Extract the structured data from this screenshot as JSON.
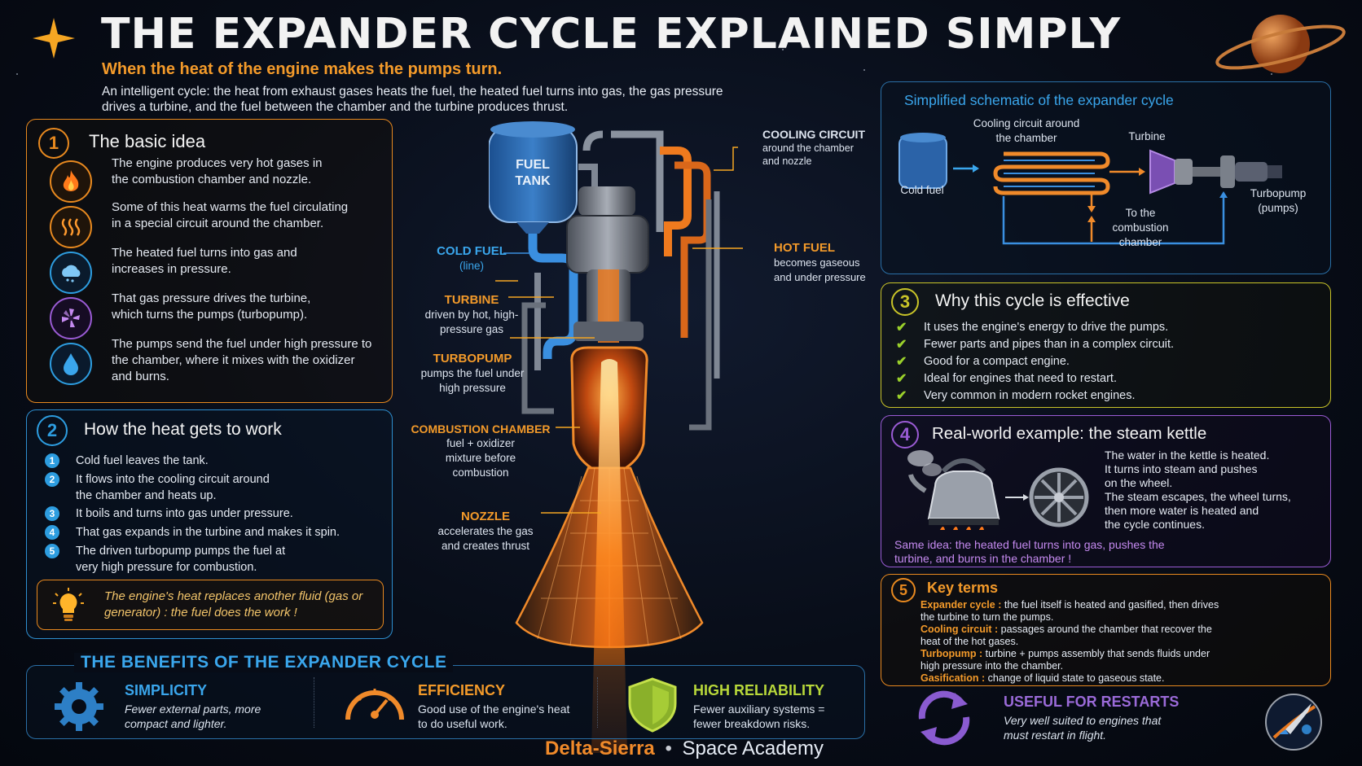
{
  "title": "THE EXPANDER CYCLE EXPLAINED SIMPLY",
  "subtitle": "When the heat of the engine makes the pumps turn.",
  "intro": "An intelligent cycle: the heat from exhaust gases heats the fuel, the heated fuel turns into gas, the gas pressure drives a turbine, and the fuel between the chamber and the turbine produces thrust.",
  "section1": {
    "number": "1",
    "title": "The basic idea",
    "items": [
      {
        "icon": "flame-icon",
        "text": "The engine produces very hot gases in the combustion chamber and nozzle."
      },
      {
        "icon": "heat-waves-icon",
        "text": "Some of this heat warms the fuel circulating in a special circuit around the chamber."
      },
      {
        "icon": "gas-cloud-icon",
        "text": "The heated fuel turns into gas and increases in pressure."
      },
      {
        "icon": "turbine-fan-icon",
        "text": "That gas pressure drives the turbine, which turns the pumps (turbopump)."
      },
      {
        "icon": "droplet-icon",
        "text": "The pumps send the fuel under high pressure to the chamber, where it mixes with the oxidizer and burns."
      }
    ]
  },
  "section2": {
    "number": "2",
    "title": "How the heat gets to work",
    "steps": [
      {
        "n": "1",
        "text": "Cold fuel leaves the tank."
      },
      {
        "n": "2",
        "text": "It flows into the cooling circuit around the chamber and heats up."
      },
      {
        "n": "3",
        "text": "It boils and turns into gas under pressure."
      },
      {
        "n": "4",
        "text": "That gas expands in the turbine and makes it spin."
      },
      {
        "n": "5",
        "text": "The driven turbopump pumps the fuel at very high pressure for combustion."
      }
    ],
    "note": "The engine's heat replaces another fluid (gas or generator) : the fuel does the work !"
  },
  "engine": {
    "fuel_tank": [
      "FUEL",
      "TANK"
    ],
    "labels": {
      "cooling_title": "COOLING CIRCUIT",
      "cooling_desc": "around the chamber and nozzle",
      "cold_title": "COLD FUEL",
      "cold_desc": "(line)",
      "hot_title": "HOT FUEL",
      "hot_desc": "becomes gaseous and under pressure",
      "turbine_title": "TURBINE",
      "turbine_desc": "driven by hot, high-pressure gas",
      "turbopump_title": "TURBOPUMP",
      "turbopump_desc": "pumps the fuel under high pressure",
      "chamber_title": "COMBUSTION CHAMBER",
      "chamber_desc": "fuel + oxidizer mixture before combustion",
      "nozzle_title": "NOZZLE",
      "nozzle_desc": "accelerates the gas and creates thrust"
    }
  },
  "benefits": {
    "heading": "THE BENEFITS OF THE EXPANDER CYCLE",
    "items": [
      {
        "icon": "gear-icon",
        "title": "SIMPLICITY",
        "desc": "Fewer external parts, more compact and lighter."
      },
      {
        "icon": "gauge-icon",
        "title": "EFFICIENCY",
        "desc": "Good use of the engine's heat to do useful work."
      },
      {
        "icon": "shield-icon",
        "title": "HIGH RELIABILITY",
        "desc": "Fewer auxiliary systems = fewer breakdown risks."
      }
    ],
    "restart_title": "USEFUL FOR RESTARTS",
    "restart_desc": "Very well suited to engines that must restart in flight."
  },
  "schematic": {
    "title": "Simplified schematic of the expander cycle",
    "cold_fuel": "Cold fuel",
    "cooling": "Cooling circuit around the chamber",
    "turbine": "Turbine",
    "to_chamber": "To the combustion chamber",
    "turbopump": "Turbopump (pumps)"
  },
  "section3": {
    "number": "3",
    "title": "Why this cycle is effective",
    "items": [
      "It uses the engine's energy to drive the pumps.",
      "Fewer parts and pipes than in a complex circuit.",
      "Good for a compact engine.",
      "Ideal for engines that need to restart.",
      "Very common in modern rocket engines."
    ]
  },
  "section4": {
    "number": "4",
    "title": "Real-world example: the steam kettle",
    "lines": [
      "The water in the kettle is heated.",
      "It turns into steam and pushes",
      "on the wheel.",
      "The steam escapes, the wheel turns,",
      "then more water is heated and",
      "the cycle continues."
    ],
    "same_idea": "Same idea: the heated fuel turns into gas, pushes the turbine, and burns in the chamber !"
  },
  "section5": {
    "number": "5",
    "title": "Key terms",
    "terms": [
      {
        "term": "Expander cycle :",
        "def": "the fuel itself is heated and gasified, then drives the turbine to turn the pumps."
      },
      {
        "term": "Cooling circuit :",
        "def": "passages around the chamber that recover the heat of the hot gases."
      },
      {
        "term": "Turbopump :",
        "def": "turbine + pumps assembly that sends fluids under high pressure into the chamber."
      },
      {
        "term": "Gasification :",
        "def": "change of liquid state to gaseous state."
      }
    ]
  },
  "footer": {
    "brand": "Delta-Sierra",
    "sep": "•",
    "academy": "Space Academy"
  },
  "colors": {
    "orange": "#f39a2a",
    "blue": "#2d9de0",
    "yellow": "#c9c428",
    "purple": "#9a5bd4",
    "green": "#9bd12b"
  }
}
